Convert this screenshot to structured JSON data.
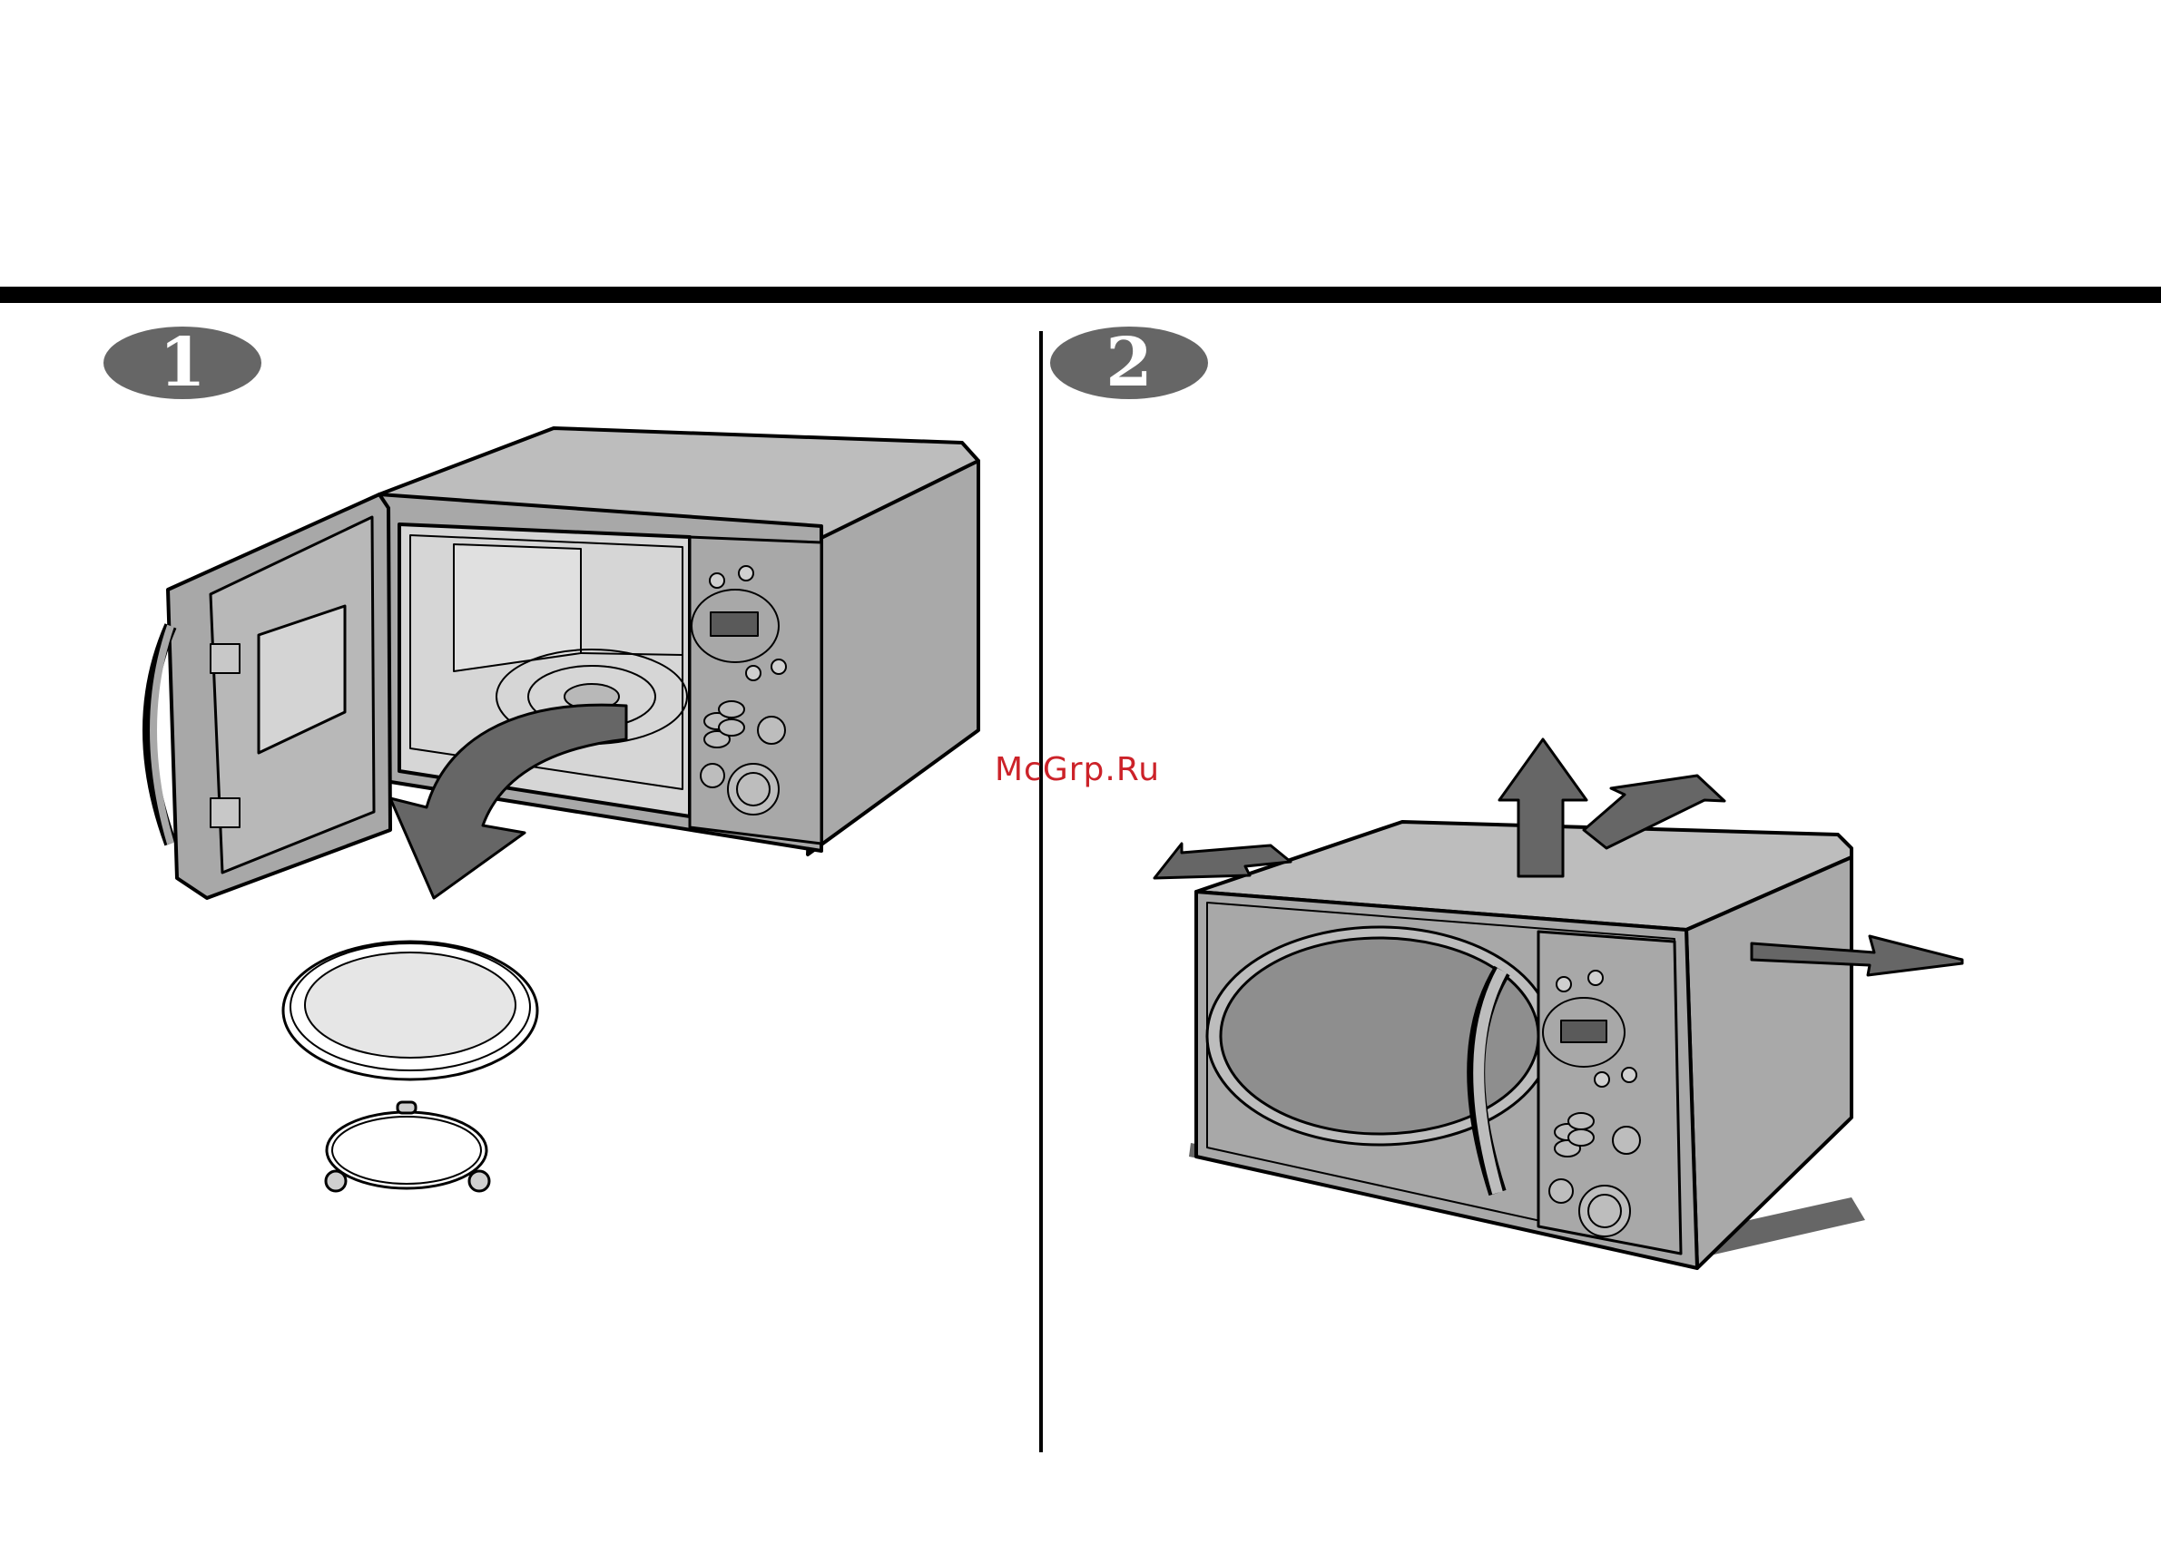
{
  "steps": [
    {
      "number": "1"
    },
    {
      "number": "2"
    }
  ],
  "watermark": "McGrp.Ru",
  "colors": {
    "rule": "#000000",
    "badge": "#666666",
    "body": "#a8a8a8",
    "arrow": "#666666",
    "watermark": "#cc2229"
  }
}
